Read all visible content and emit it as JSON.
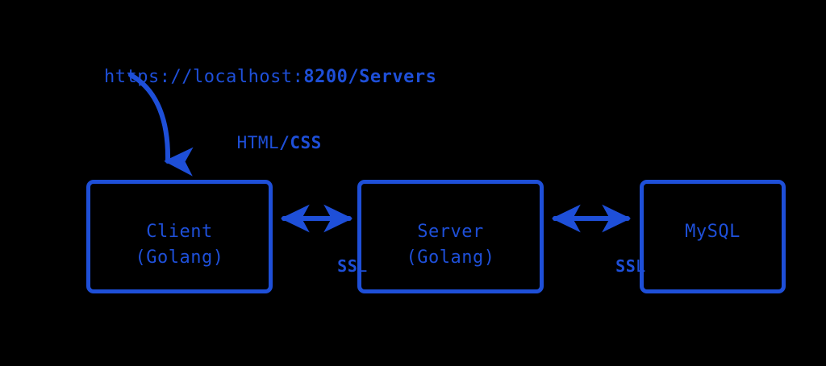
{
  "diagram": {
    "title": "Client / Server / MySQL architecture",
    "background_color": "#000000",
    "accent_color": "#1e4fd8",
    "entry": {
      "url_prefix": "https://localhost:",
      "url_suffix": "8200/Servers",
      "full_url": "https://localhost:8200/Servers"
    },
    "edges": [
      {
        "name": "browser-to-client",
        "label_plain": "HTML",
        "label_separator": "/",
        "label_strong": "CSS",
        "style": "curved-arrow",
        "direction": "one-way"
      },
      {
        "name": "client-to-server",
        "label_strong": "SS",
        "label_light": "L",
        "label_full": "SSL",
        "style": "double-arrow",
        "direction": "two-way"
      },
      {
        "name": "server-to-mysql",
        "label_strong": "SS",
        "label_light": "L",
        "label_full": "SSL",
        "style": "double-arrow",
        "direction": "two-way"
      }
    ],
    "nodes": [
      {
        "name": "client",
        "line1": "Client",
        "line2": "(Golang)"
      },
      {
        "name": "server",
        "line1": "Server",
        "line2": "(Golang)"
      },
      {
        "name": "mysql",
        "line1": "MySQL",
        "line2": ""
      }
    ]
  }
}
